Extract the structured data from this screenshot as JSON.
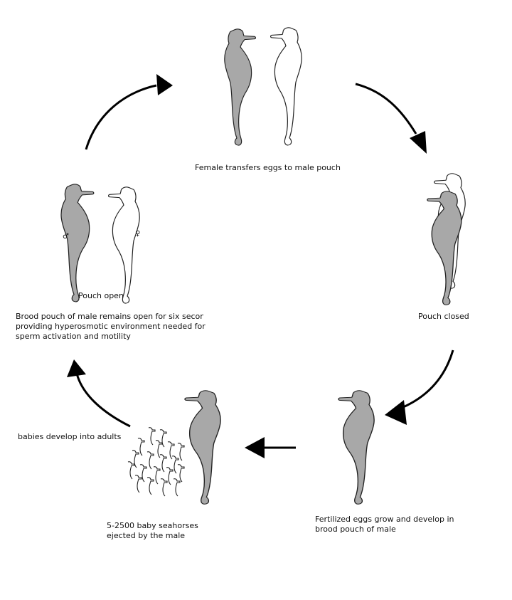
{
  "colors": {
    "male_fill": "#a8a8a8",
    "female_fill": "#ffffff",
    "outline": "#222222",
    "arrow": "#000000"
  },
  "labels": {
    "top": "Female transfers eggs to male pouch",
    "right": "Pouch closed",
    "bottom_right_1": "Fertilized eggs grow and develop in",
    "bottom_right_2": "brood pouch of male",
    "bottom_left_1": "5-2500 baby seahorses",
    "bottom_left_2": "ejected by the male",
    "left_small": "babies develop into adults",
    "pouch_open": "Pouch open",
    "left_1": "Brood pouch of male remains open for six seconds",
    "left_2": "providing hyperosmotic environment needed for",
    "left_3": "sperm activation and motility",
    "male_symbol": "♂",
    "female_symbol": "♀"
  }
}
